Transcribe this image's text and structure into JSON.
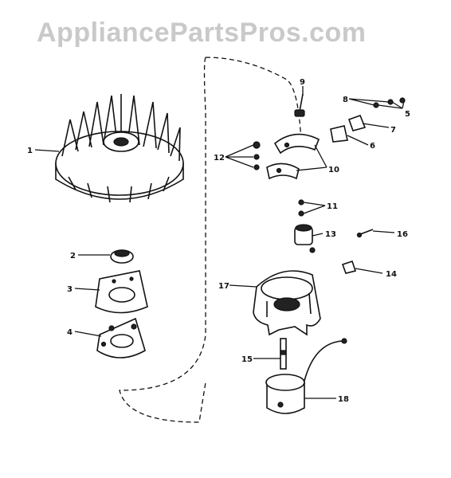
{
  "watermark": "AppliancePartsPros.com",
  "callouts": {
    "c1": "1",
    "c2": "2",
    "c3": "3",
    "c4": "4",
    "c5": "5",
    "c6": "6",
    "c7": "7",
    "c8": "8",
    "c9": "9",
    "c10": "10",
    "c11": "11",
    "c12": "12",
    "c13": "13",
    "c14": "14",
    "c15": "15",
    "c16": "16",
    "c17": "17",
    "c18": "18"
  },
  "colors": {
    "ink": "#111111",
    "watermark": "#c9c9c9"
  }
}
